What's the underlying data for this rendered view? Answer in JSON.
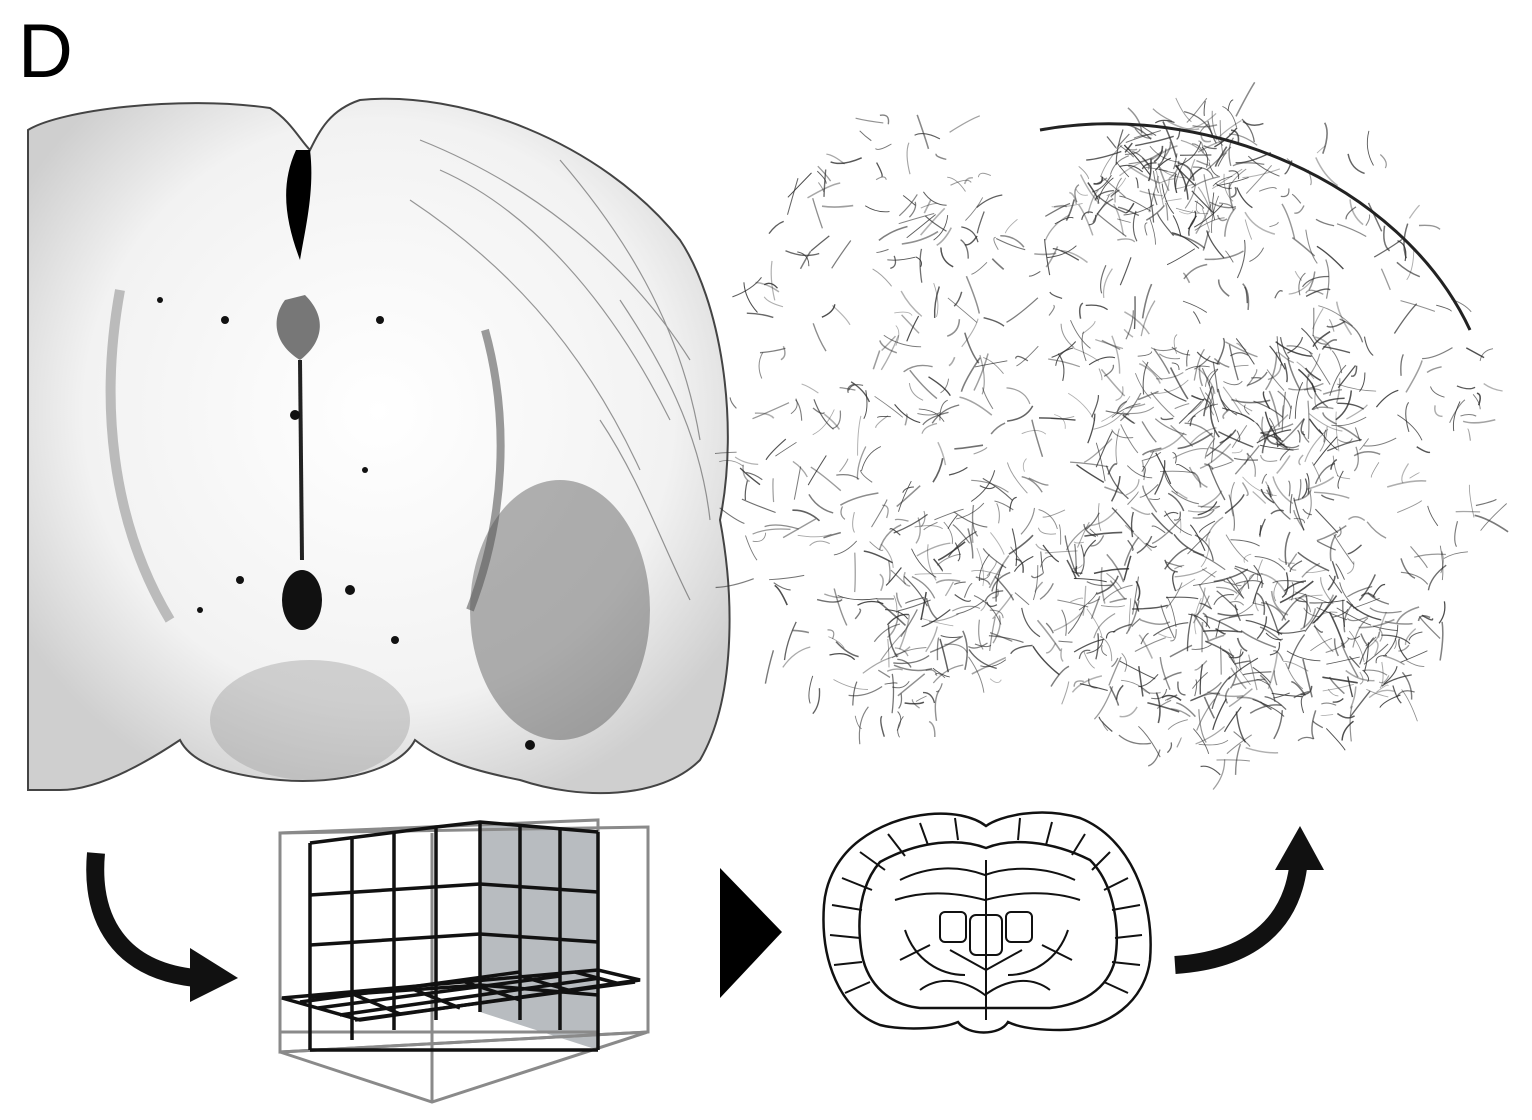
{
  "panel": {
    "letter": "D"
  },
  "colors": {
    "ink": "#111111",
    "grid_gray": "#8a8a8a",
    "plane_fill": "#b8bcc0",
    "background": "#ffffff"
  },
  "icons": [
    "curved-arrow-down-right-icon",
    "play-triangle-icon",
    "curved-arrow-up-right-icon"
  ],
  "images": [
    "brain-section-photo",
    "reconstructed-axon-traces",
    "voxel-grid-cube",
    "coronal-atlas-outline"
  ]
}
